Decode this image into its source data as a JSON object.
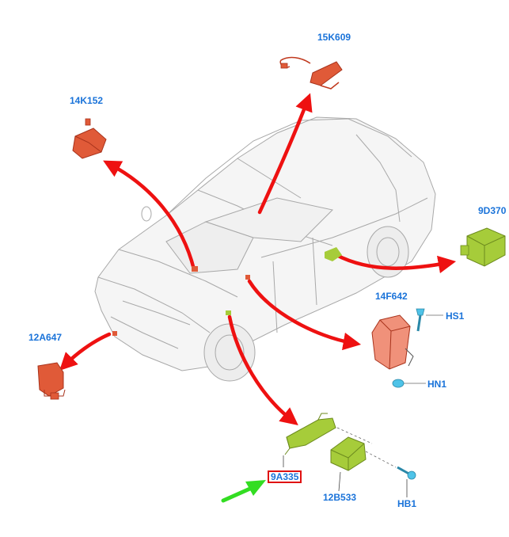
{
  "diagram": {
    "part_labels": {
      "p15K609": "15K609",
      "p14K152": "14K152",
      "p9D370": "9D370",
      "p14F642": "14F642",
      "pHS1": "HS1",
      "pHN1": "HN1",
      "p12A647": "12A647",
      "p9A335": "9A335",
      "p12B533": "12B533",
      "pHB1": "HB1"
    },
    "highlighted_part": "9A335",
    "colors": {
      "label": "#1a73d9",
      "highlight_box": "#e01010",
      "arrow": "#ee1111",
      "pointer_arrow": "#33dd22",
      "red_part": "#e05a38",
      "green_part": "#a6cc3a",
      "fastener": "#4fc3e8",
      "car_outline": "#9a9a9a"
    }
  }
}
